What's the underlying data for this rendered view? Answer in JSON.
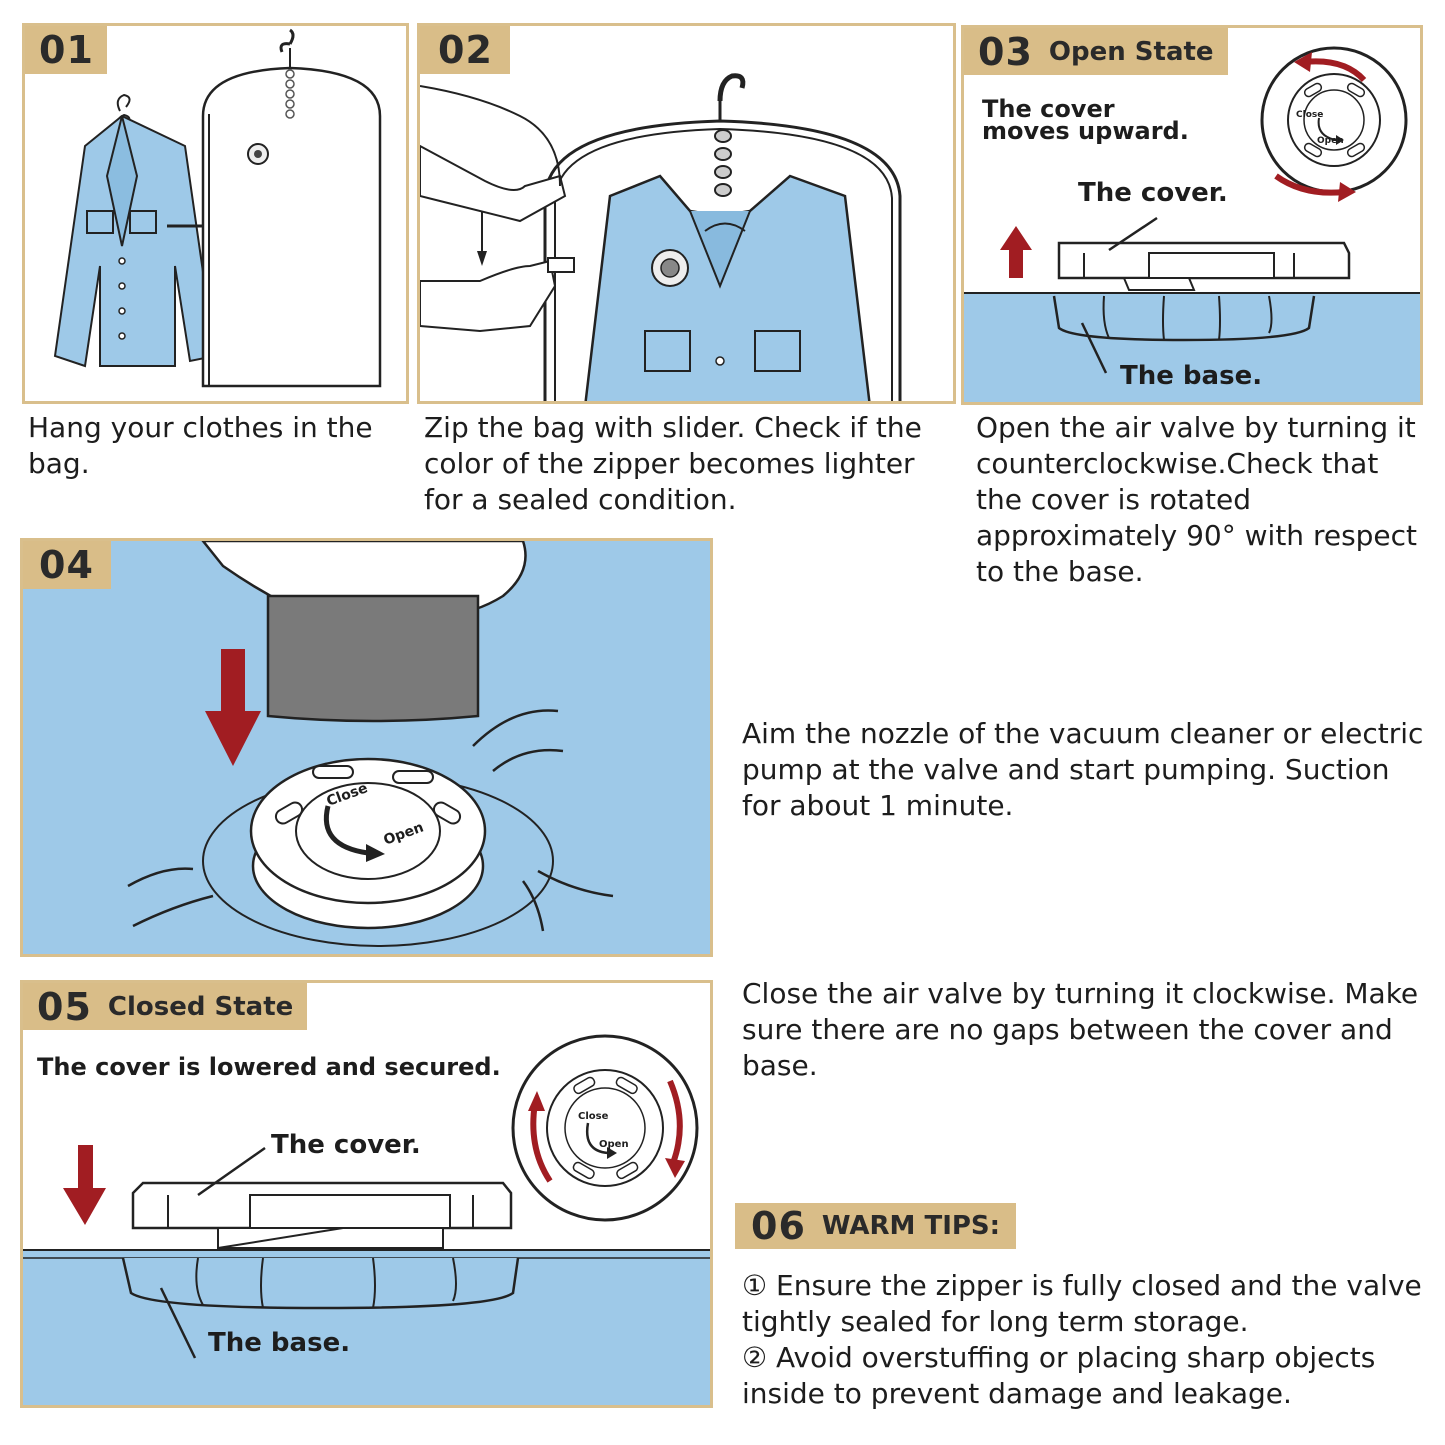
{
  "steps": [
    {
      "num": "01",
      "caption": "Hang your clothes in the bag."
    },
    {
      "num": "02",
      "caption": "Zip the bag with slider. Check if the color of the zipper becomes lighter for a sealed condition."
    },
    {
      "num": "03",
      "title": "Open State",
      "note": "The cover moves upward.",
      "cover_label": "The cover.",
      "base_label": "The base.",
      "caption": "Open the air valve by turning it counterclockwise.Check that the cover is rotated approximately 90° with respect to the base.",
      "dial_close": "Close",
      "dial_open": "Open"
    },
    {
      "num": "04",
      "caption": "Aim the nozzle of the vacuum cleaner or electric pump at the valve and start pumping. Suction for about 1 minute.",
      "dial_close": "Close",
      "dial_open": "Open"
    },
    {
      "num": "05",
      "title": "Closed State",
      "note": "The cover is lowered and secured.",
      "cover_label": "The cover.",
      "base_label": "The base.",
      "caption": "Close the air valve by turning it clockwise. Make sure there are no gaps between the cover and base.",
      "dial_close": "Close",
      "dial_open": "Open"
    },
    {
      "num": "06",
      "title": "WARM TIPS:",
      "tips": [
        "① Ensure the zipper is fully closed and the valve tightly sealed for long term storage.",
        "② Avoid overstuffing or placing sharp objects inside to prevent damage and leakage."
      ]
    }
  ],
  "colors": {
    "gold": "#d9bd88",
    "blue": "#9ec9e8",
    "red": "#a11d22",
    "ink": "#1d1d1d"
  }
}
